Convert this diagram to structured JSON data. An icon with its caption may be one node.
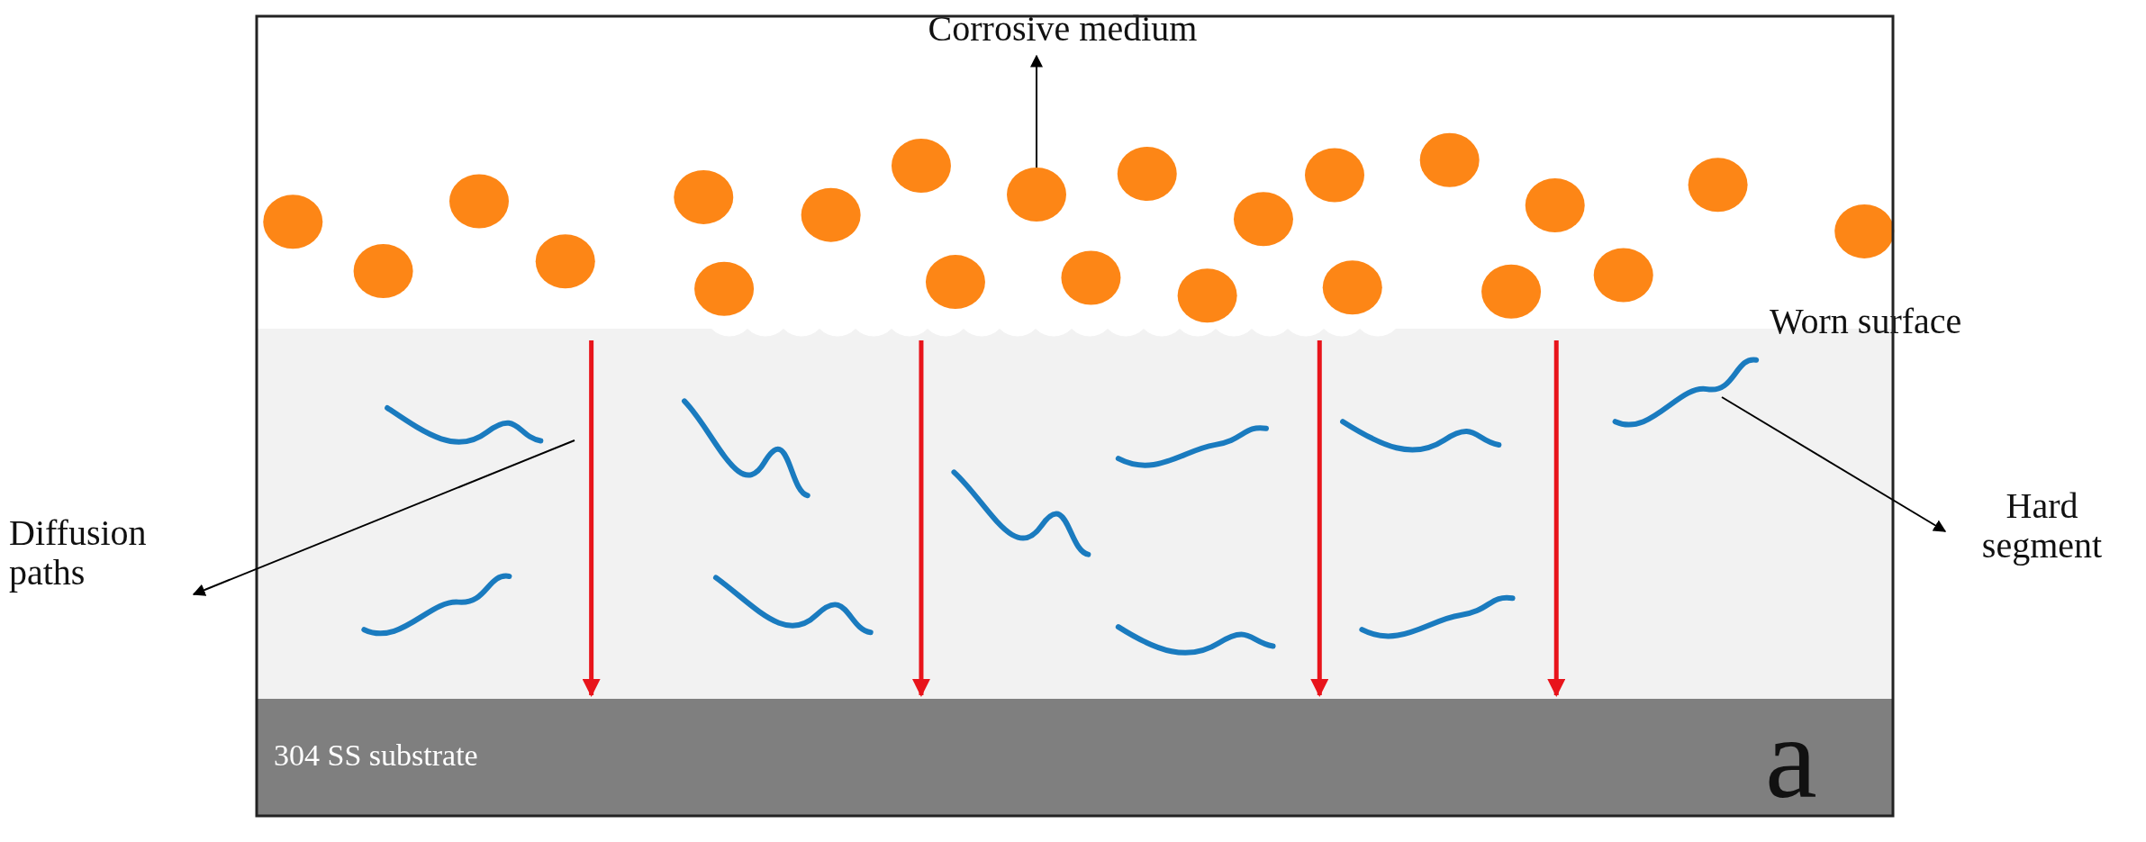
{
  "diagram": {
    "nodes": [
      {
        "text": [
          "Corrosive medium"
        ]
      },
      {
        "text": [],
        "shape": "circle"
      },
      {
        "text": [
          "Hard segment"
        ]
      },
      {
        "text": [],
        "shape": "curve"
      },
      {
        "text": [
          "Diffusion paths"
        ]
      },
      {
        "text": [
          "304 SS substrate"
        ]
      }
    ],
    "edges": [
      {
        "from": 1,
        "to": 0,
        "arrow": "to"
      },
      {
        "from": 3,
        "to": 2,
        "arrow": "to"
      },
      {
        "from": null,
        "to": 4,
        "arrow": "to"
      }
    ],
    "labels": [
      "Worn surface",
      "a"
    ]
  }
}
